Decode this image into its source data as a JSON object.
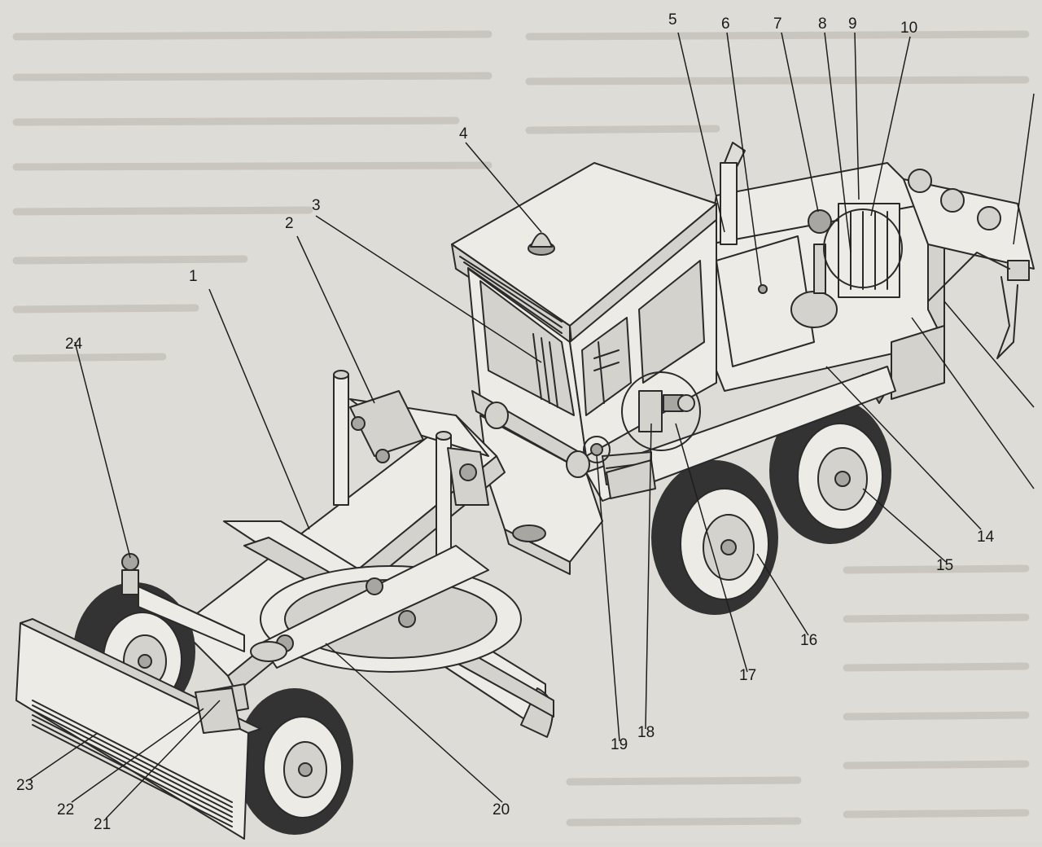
{
  "figure": {
    "callouts": [
      {
        "n": "1"
      },
      {
        "n": "2"
      },
      {
        "n": "3"
      },
      {
        "n": "4"
      },
      {
        "n": "5"
      },
      {
        "n": "6"
      },
      {
        "n": "7"
      },
      {
        "n": "8"
      },
      {
        "n": "9"
      },
      {
        "n": "10"
      },
      {
        "n": "14"
      },
      {
        "n": "15"
      },
      {
        "n": "16"
      },
      {
        "n": "17"
      },
      {
        "n": "18"
      },
      {
        "n": "19"
      },
      {
        "n": "20"
      },
      {
        "n": "21"
      },
      {
        "n": "22"
      },
      {
        "n": "23"
      },
      {
        "n": "24"
      }
    ]
  },
  "colors": {
    "paper": "#dedcd6",
    "ink": "#2a2a2a"
  }
}
